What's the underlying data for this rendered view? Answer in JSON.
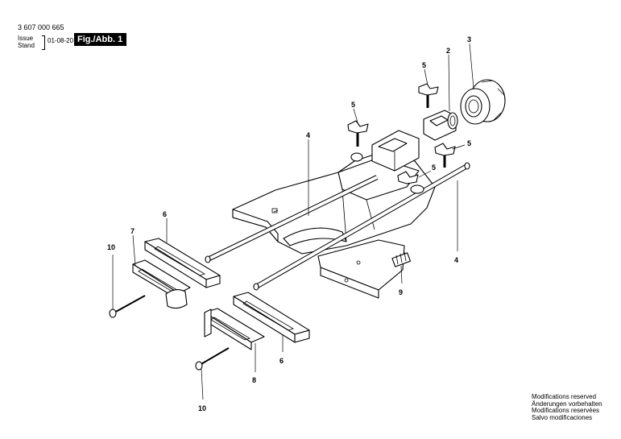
{
  "header": {
    "doc_number": "3 607 000 665",
    "issue_label": "Issue",
    "stand_label": "Stand",
    "issue_date": "01-08-20",
    "figure_label": "Fig./Abb. 1"
  },
  "callouts": {
    "c3": "3",
    "c2": "2",
    "c5a": "5",
    "c5b": "5",
    "c5c": "5",
    "c5d": "5",
    "c4a": "4",
    "c4b": "4",
    "c6a": "6",
    "c6b": "6",
    "c7": "7",
    "c10a": "10",
    "c10b": "10",
    "c9": "9",
    "c8": "8"
  },
  "notes": [
    "Modifications reserved",
    "Änderungen vorbehalten",
    "Modifications reservées",
    "Salvo modificaciones"
  ]
}
